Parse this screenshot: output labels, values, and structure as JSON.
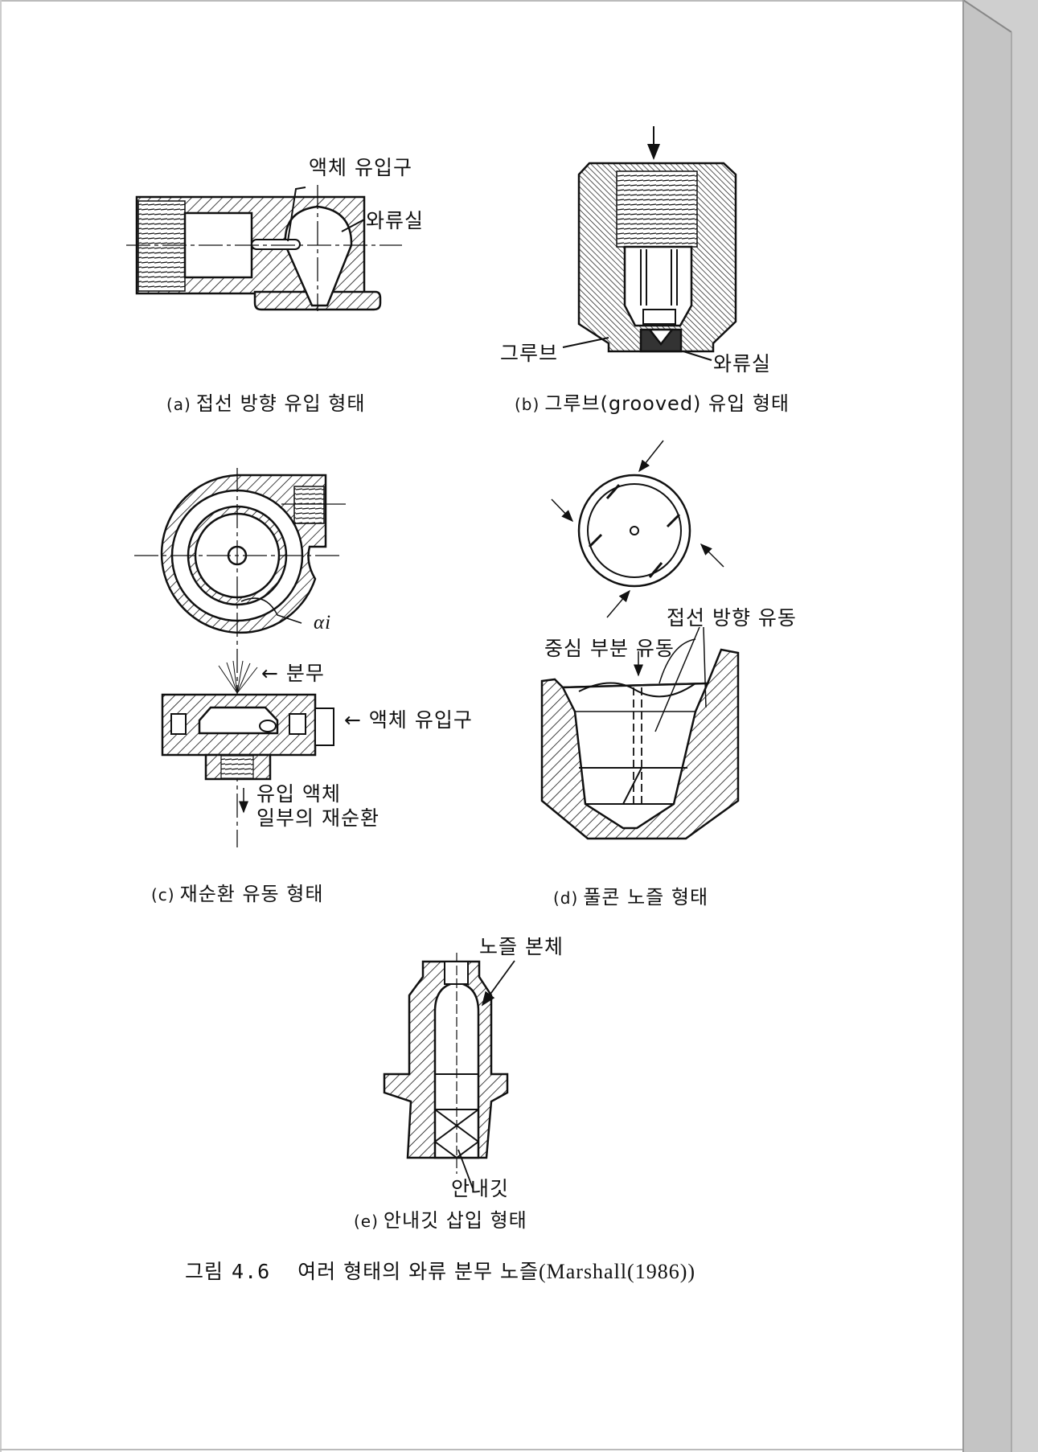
{
  "figure": {
    "number_label": "그림",
    "number": "4.6",
    "title": "여러 형태의 와류 분무 노즐",
    "source": "(Marshall(1986))"
  },
  "panels": {
    "a": {
      "id": "(a)",
      "caption": "접선 방향 유입 형태",
      "labels": {
        "inlet": "액체 유입구",
        "swirl_chamber": "와류실"
      }
    },
    "b": {
      "id": "(b)",
      "caption": "그루브(grooved) 유입 형태",
      "labels": {
        "groove": "그루브",
        "swirl_chamber": "와류실"
      }
    },
    "c": {
      "id": "(c)",
      "caption": "재순환 유동 형태",
      "labels": {
        "angle": "αi",
        "spray": "← 분무",
        "inlet": "← 액체 유입구",
        "recirc_1": "유입 액체",
        "recirc_2": "일부의 재순환"
      }
    },
    "d": {
      "id": "(d)",
      "caption": "풀콘 노즐 형태",
      "labels": {
        "tangential": "접선 방향 유동",
        "central": "중심 부분 유동"
      }
    },
    "e": {
      "id": "(e)",
      "caption": "안내깃 삽입 형태",
      "labels": {
        "body": "노즐 본체",
        "vane": "안내깃"
      }
    }
  }
}
